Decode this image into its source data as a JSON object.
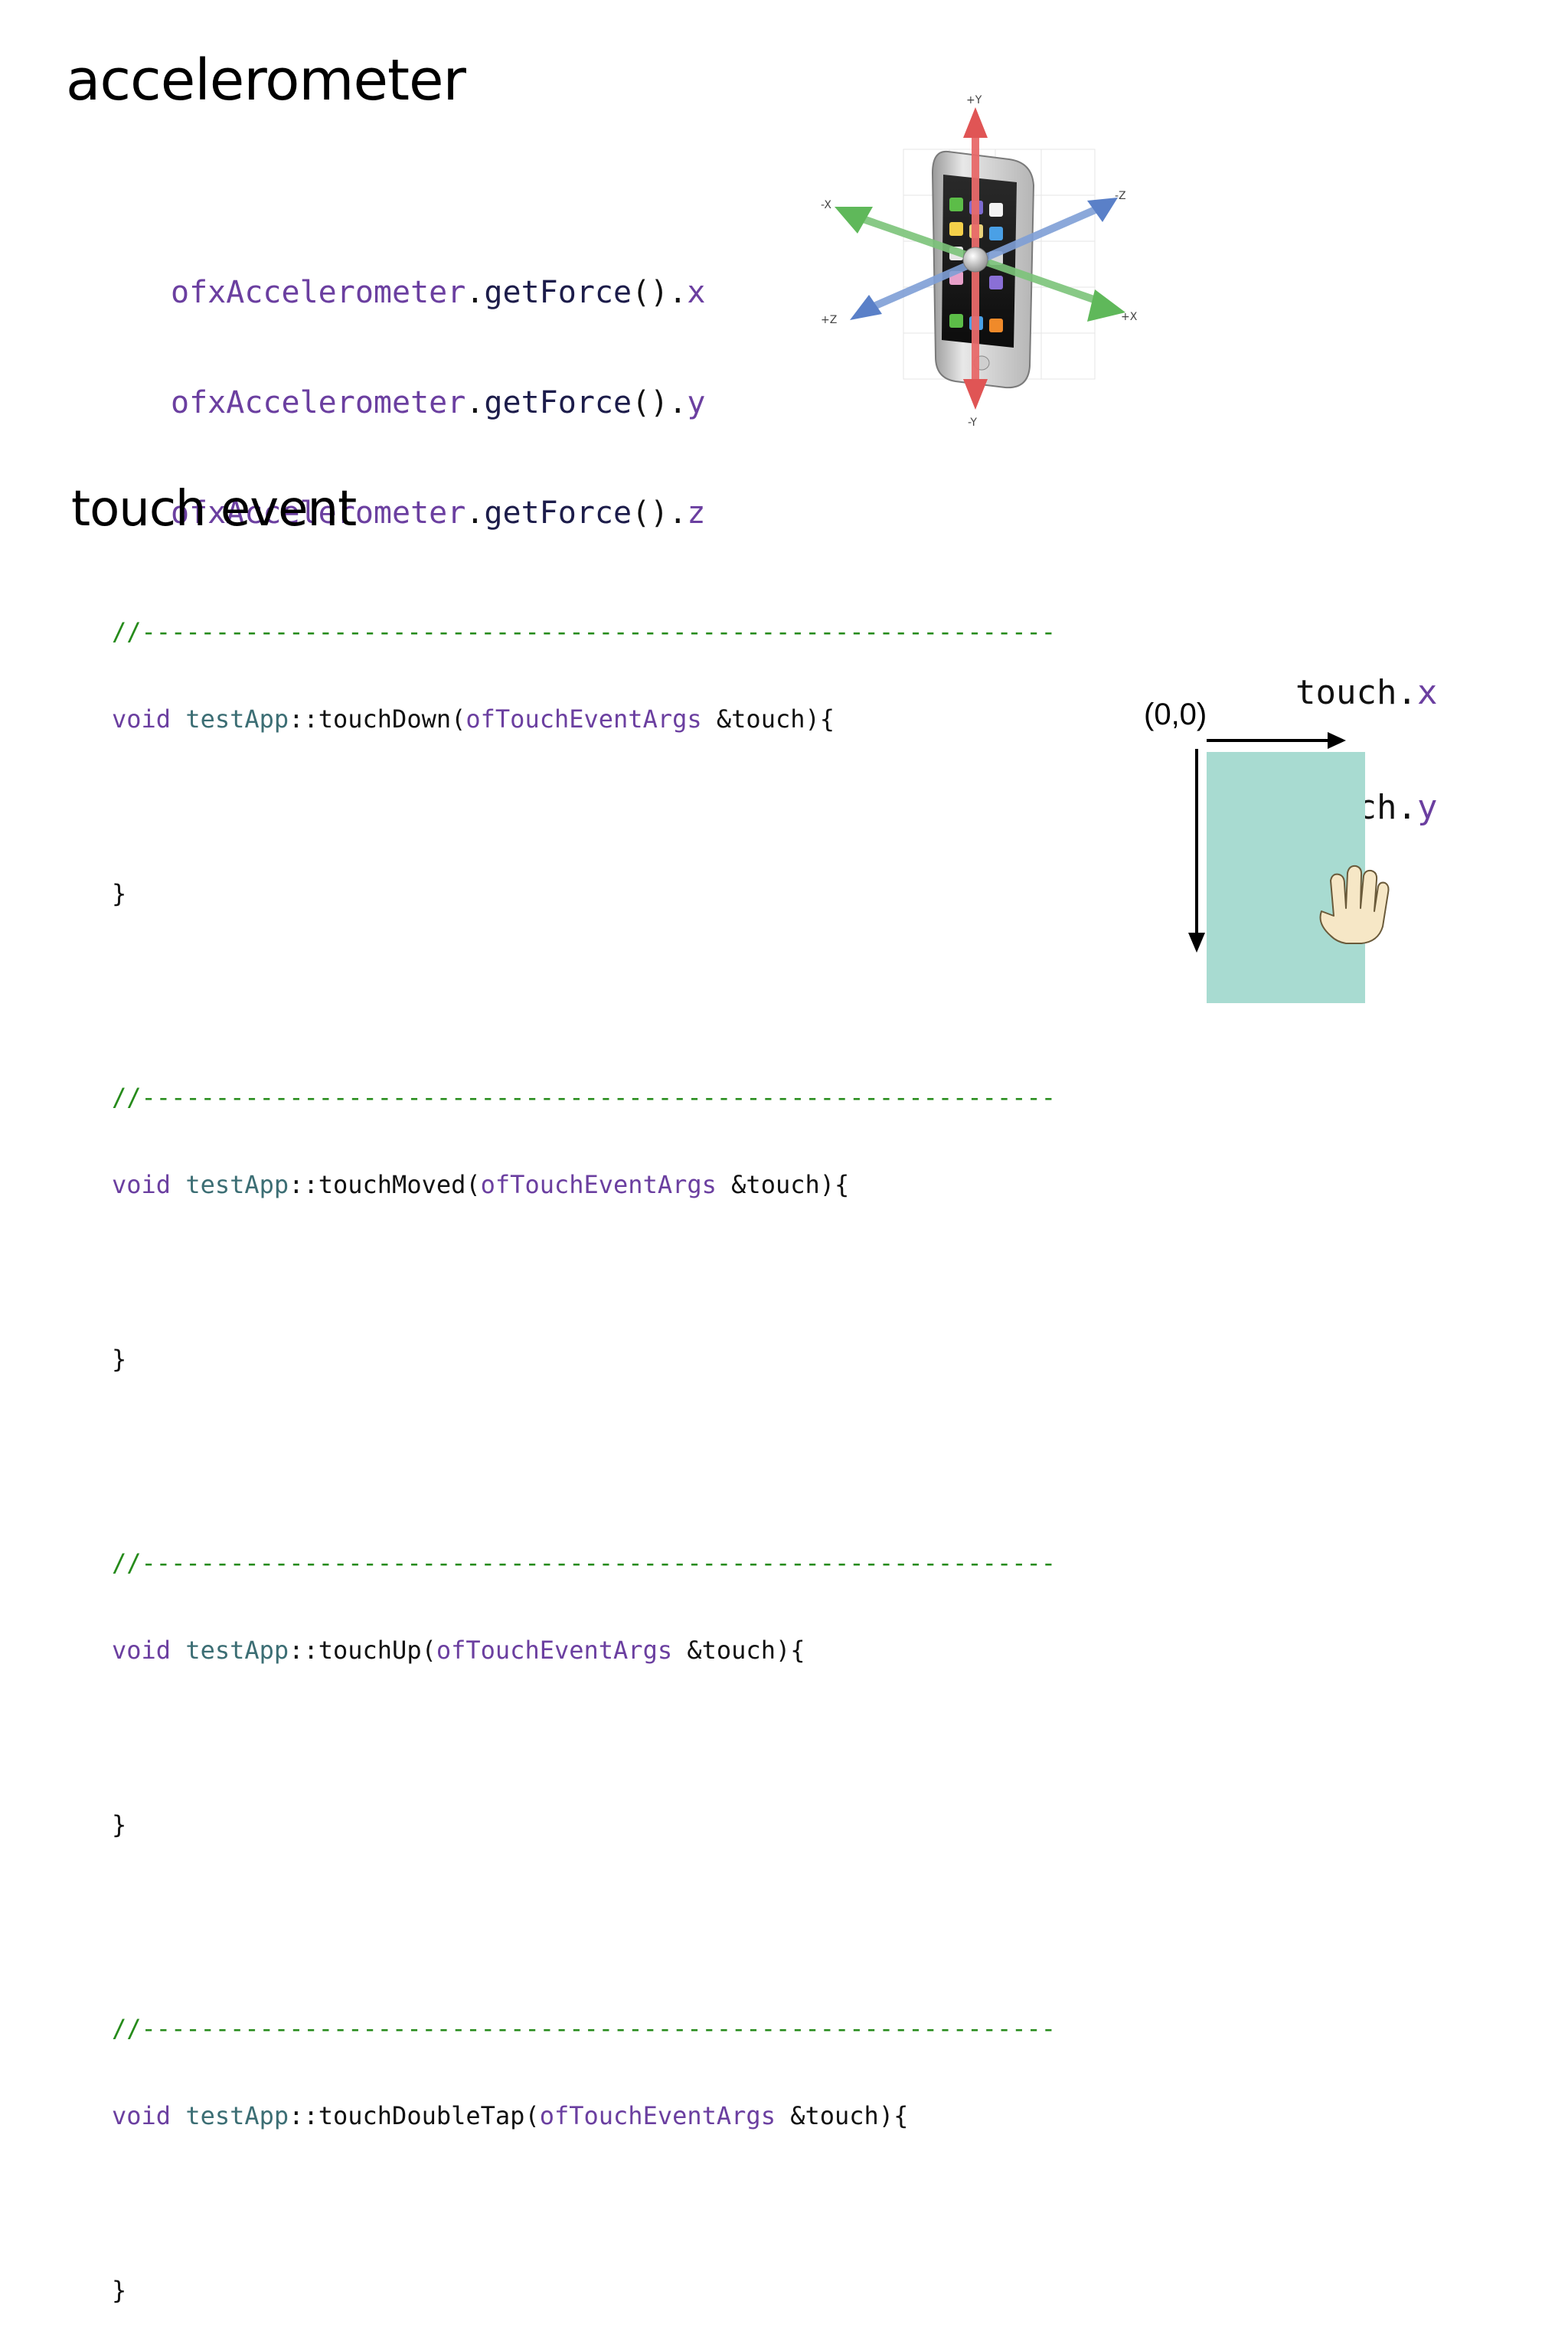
{
  "accelerometer": {
    "title": "accelerometer",
    "lines": [
      {
        "obj": "ofxAccelerometer",
        "method": "getForce",
        "axis": "x"
      },
      {
        "obj": "ofxAccelerometer",
        "method": "getForce",
        "axis": "y"
      },
      {
        "obj": "ofxAccelerometer",
        "method": "getForce",
        "axis": "z"
      }
    ],
    "axis_labels": [
      "+Y",
      "-Y",
      "-X",
      "+X",
      "-Z",
      "+Z"
    ]
  },
  "touch": {
    "title": "touch event",
    "separator": "//--------------------------------------------------------------",
    "handlers": [
      {
        "ret": "void",
        "cls": "testApp",
        "fn": "touchDown",
        "argtype": "ofTouchEventArgs",
        "arg": "&touch){",
        "close": "}"
      },
      {
        "ret": "void",
        "cls": "testApp",
        "fn": "touchMoved",
        "argtype": "ofTouchEventArgs",
        "arg": "&touch){",
        "close": "}"
      },
      {
        "ret": "void",
        "cls": "testApp",
        "fn": "touchUp",
        "argtype": "ofTouchEventArgs",
        "arg": "&touch){",
        "close": "}"
      },
      {
        "ret": "void",
        "cls": "testApp",
        "fn": "touchDoubleTap",
        "argtype": "ofTouchEventArgs",
        "arg": "&touch){",
        "close": "}"
      }
    ],
    "vars": [
      {
        "obj": "touch",
        "field": "x"
      },
      {
        "obj": "touch",
        "field": "y"
      }
    ],
    "origin_label": "(0,0)"
  },
  "colors": {
    "keyword": "#6b3fa0",
    "comment": "#268b1b",
    "class": "#3c6e74",
    "screen": "#a8dbd1"
  }
}
